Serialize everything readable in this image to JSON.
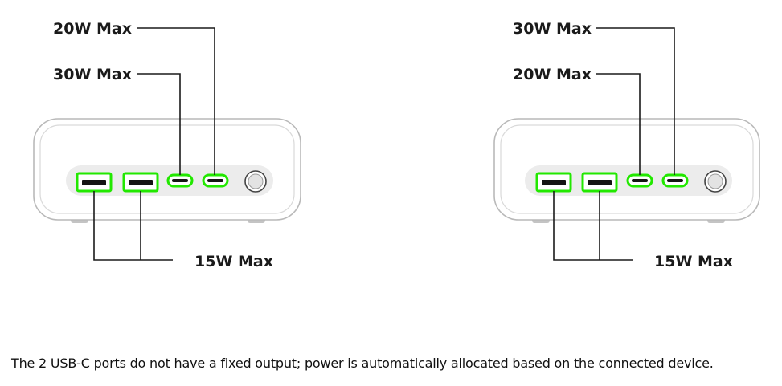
{
  "devices": [
    {
      "id": "left",
      "top_label": "20W Max",
      "middle_label": "30W Max",
      "bottom_label": "15W Max"
    },
    {
      "id": "right",
      "top_label": "30W Max",
      "middle_label": "20W Max",
      "bottom_label": "15W Max"
    }
  ],
  "caption": "The 2 USB-C ports do not have a fixed output; power is automatically allocated based on the connected device.",
  "colors": {
    "port_highlight": "#22e800",
    "leader_line": "#1a1a1a",
    "device_outline": "#b9b9b9"
  }
}
